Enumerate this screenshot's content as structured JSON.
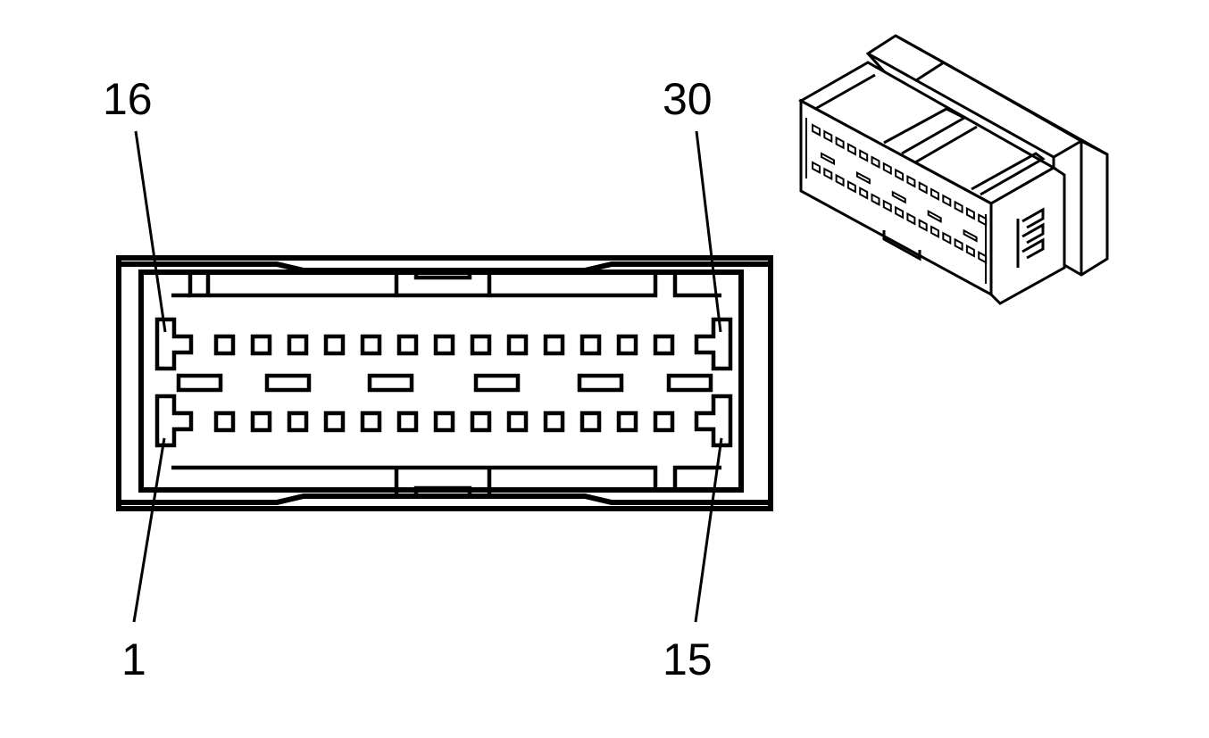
{
  "connector": {
    "pin_labels": {
      "top_left": "16",
      "top_right": "30",
      "bottom_left": "1",
      "bottom_right": "15"
    },
    "pins_per_row": 15,
    "rows": 2,
    "total_pins": 30
  },
  "colors": {
    "line": "#000000",
    "background": "#ffffff"
  }
}
